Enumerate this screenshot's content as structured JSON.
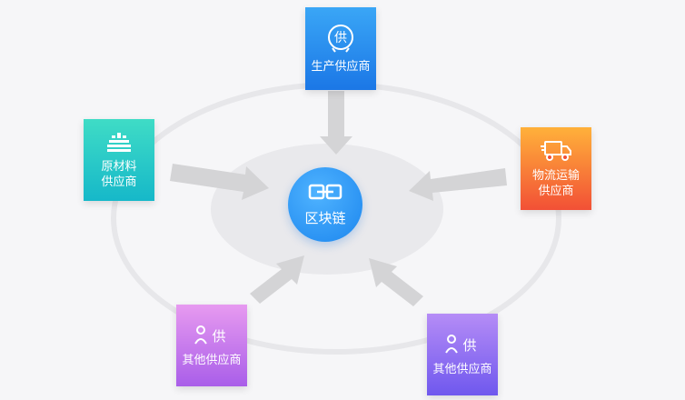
{
  "center": {
    "label": "区块链",
    "icon": "chain-link-icon"
  },
  "nodes": {
    "producer": {
      "label": "生产供应商",
      "icon": "supply-badge-icon"
    },
    "raw_material": {
      "label": "原材料\n供应商",
      "icon": "factory-icon"
    },
    "logistics": {
      "label": "物流运输\n供应商",
      "icon": "delivery-truck-icon"
    },
    "other_left": {
      "label": "其他供应商",
      "icon": "person-supply-icon",
      "glyph": "供"
    },
    "other_right": {
      "label": "其他供应商",
      "icon": "person-supply-icon",
      "glyph": "供"
    }
  },
  "producer_badge_glyph": "供",
  "colors": {
    "producer": "#1b77e6",
    "raw_material": "#16b8c9",
    "logistics": "#f25036",
    "other_left": "#a95ee9",
    "other_right": "#6f58ee",
    "center": "#1c86ee",
    "arrow": "#d4d4d6"
  }
}
